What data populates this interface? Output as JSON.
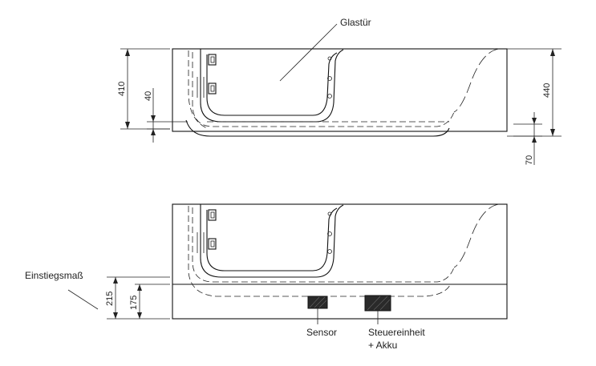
{
  "labels": {
    "glass_door": "Glastür",
    "entry_height": "Einstiegsmaß",
    "sensor": "Sensor",
    "control_unit_line1": "Steuereinheit",
    "control_unit_line2": "+ Akku"
  },
  "dimensions": {
    "top_height": "410",
    "top_offset": "40",
    "tub_height": "440",
    "feet_height": "70",
    "entry_total": "215",
    "entry_step": "175"
  },
  "colors": {
    "line": "#222222",
    "component_fill": "#2a2a2a"
  }
}
